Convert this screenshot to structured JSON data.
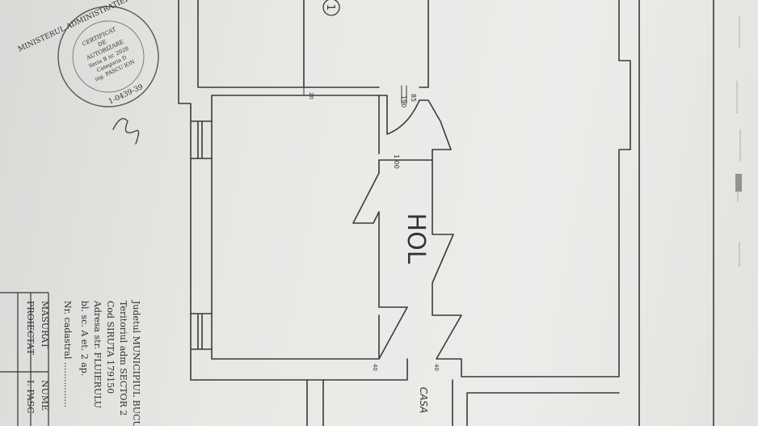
{
  "stamp": {
    "ring_text": "MINISTERUL ADMINISTRATIEI PUBLICE",
    "lines": [
      "CERTIFICAT",
      "DE",
      "AUTORIZARE",
      "Seria B nr. 2028",
      "Categoria D",
      "ing. PASCU ION"
    ],
    "number": "1-0439-39"
  },
  "plan": {
    "room_number": "1",
    "hall_label": "HOL",
    "stair_label": "CASA",
    "dimensions": {
      "door_top": "85",
      "door_bottom": "190",
      "wall_top": "20",
      "opening": "1.00",
      "wall_left_bottom": "40",
      "wall_right_bottom": "40"
    }
  },
  "title_block": {
    "lines": [
      "Judetul MUNICIPIUL BUCU",
      "Teritoriul adm SECTOR 2",
      "Cod SIRUTA  179150",
      "Adresa  str. FLUIERULU",
      "bl.  sc. A  et. 2  ap.",
      "Nr. cadastral ................"
    ],
    "table": {
      "rows": [
        "MASURAT",
        "PROIECTAT"
      ],
      "right_cells": [
        "NUME",
        "I. PASC"
      ]
    }
  }
}
